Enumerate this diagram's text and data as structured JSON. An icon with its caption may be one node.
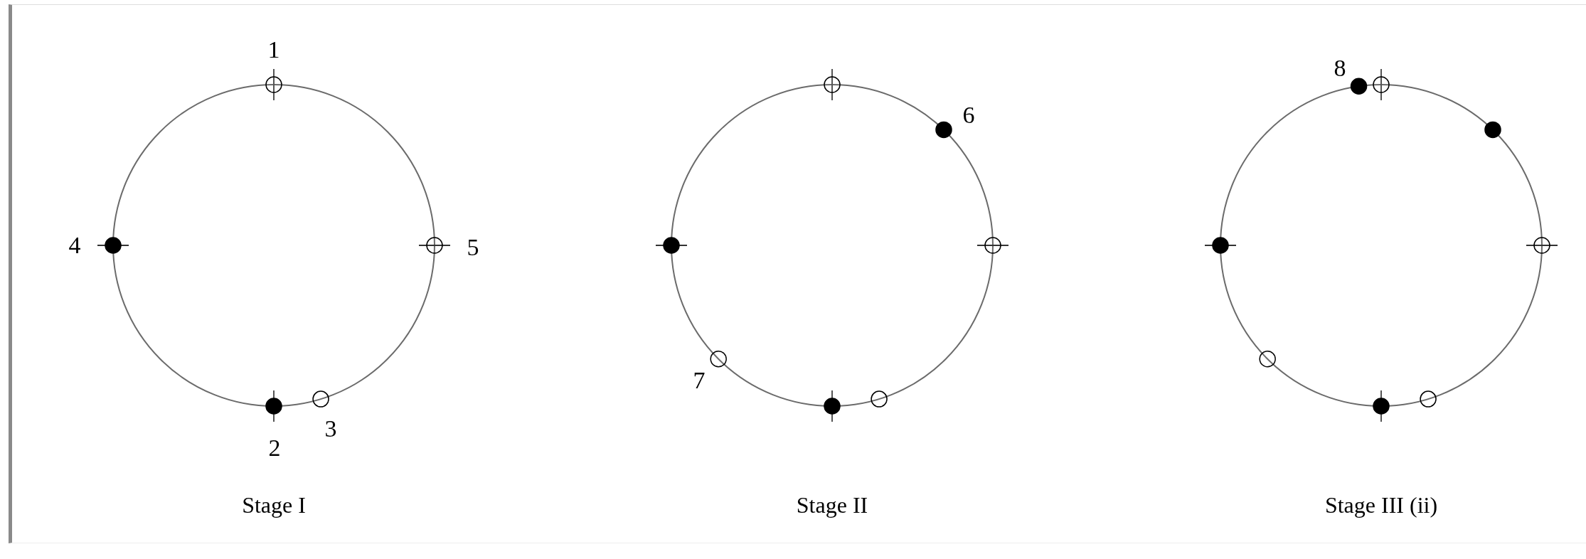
{
  "diagram": {
    "nodes": [
      {
        "text": [
          "Stage I"
        ]
      },
      {
        "text": [
          "Stage II"
        ]
      },
      {
        "text": [
          "Stage III (ii)"
        ]
      }
    ],
    "labels": [
      "1",
      "4",
      "5",
      "3",
      "2",
      "6",
      "7",
      "8"
    ]
  }
}
